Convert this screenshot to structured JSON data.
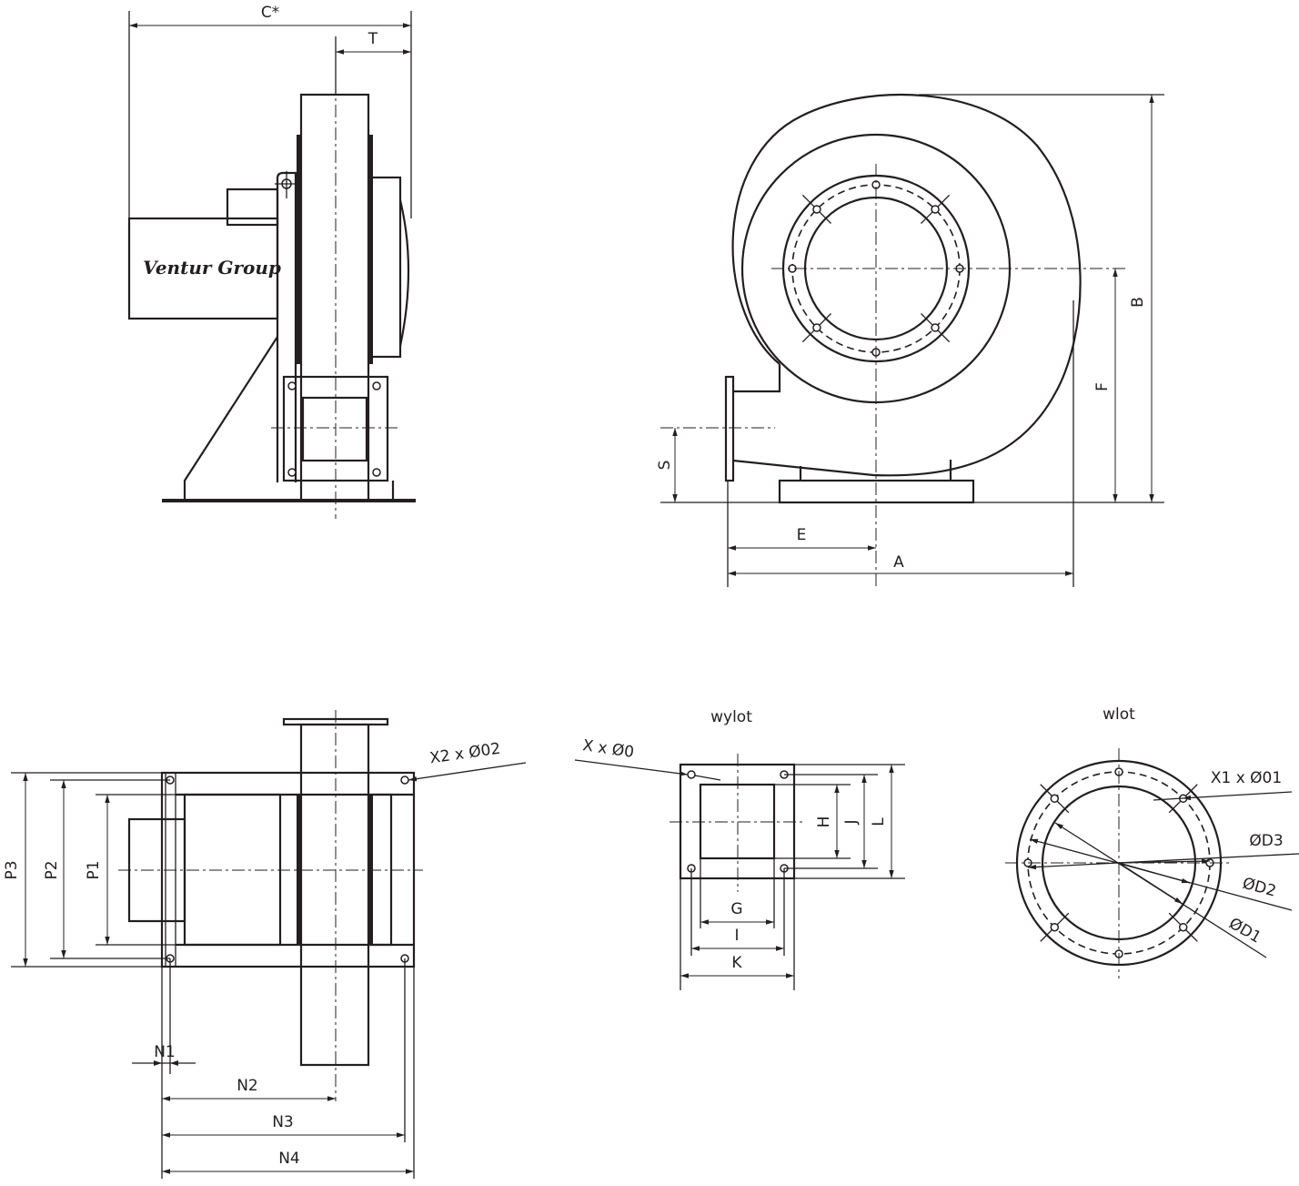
{
  "logo": "Ventur Group",
  "side_view": {
    "c_label": "C*",
    "t_label": "T"
  },
  "front_view": {
    "b_label": "B",
    "f_label": "F",
    "s_label": "S",
    "e_label": "E",
    "a_label": "A"
  },
  "top_view": {
    "p3_label": "P3",
    "p2_label": "P2",
    "p1_label": "P1",
    "n1_label": "N1",
    "n2_label": "N2",
    "n3_label": "N3",
    "n4_label": "N4",
    "bolt_label": "X2 x Ø02"
  },
  "outlet_detail": {
    "title": "wylot",
    "bolt_label": "X x Ø0",
    "h_label": "H",
    "j_label": "J",
    "l_label": "L",
    "g_label": "G",
    "i_label": "I",
    "k_label": "K"
  },
  "inlet_detail": {
    "title": "wlot",
    "bolt_label": "X1 x Ø01",
    "d3_label": "ØD3",
    "d2_label": "ØD2",
    "d1_label": "ØD1"
  }
}
